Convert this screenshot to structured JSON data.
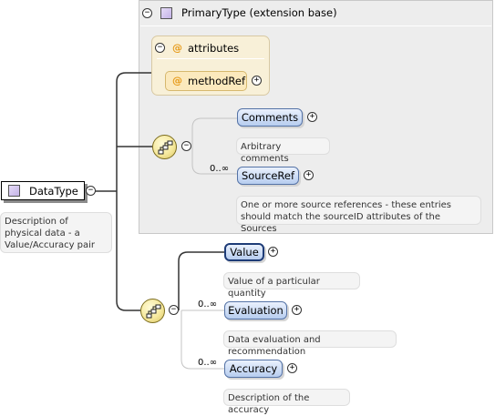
{
  "extension": {
    "title": "PrimaryType (extension base)"
  },
  "attributes": {
    "group_label": "attributes",
    "at_symbol": "@",
    "items": [
      "methodRef"
    ]
  },
  "root": {
    "name": "DataType",
    "description": "Description of physical data - a Value/Accuracy pair"
  },
  "toggles": {
    "minus": "−",
    "plus": "+"
  },
  "ext_sequence": {
    "elements": [
      {
        "name": "Comments",
        "occurrence": "",
        "description": "Arbitrary comments"
      },
      {
        "name": "SourceRef",
        "occurrence": "0..∞",
        "description": "One or more source references - these entries should match the sourceID attributes of the Sources"
      }
    ]
  },
  "main_sequence": {
    "elements": [
      {
        "name": "Value",
        "occurrence": "",
        "description": "Value of a particular quantity"
      },
      {
        "name": "Evaluation",
        "occurrence": "0..∞",
        "description": "Data evaluation and recommendation"
      },
      {
        "name": "Accuracy",
        "occurrence": "0..∞",
        "description": "Description of the accuracy"
      }
    ]
  }
}
